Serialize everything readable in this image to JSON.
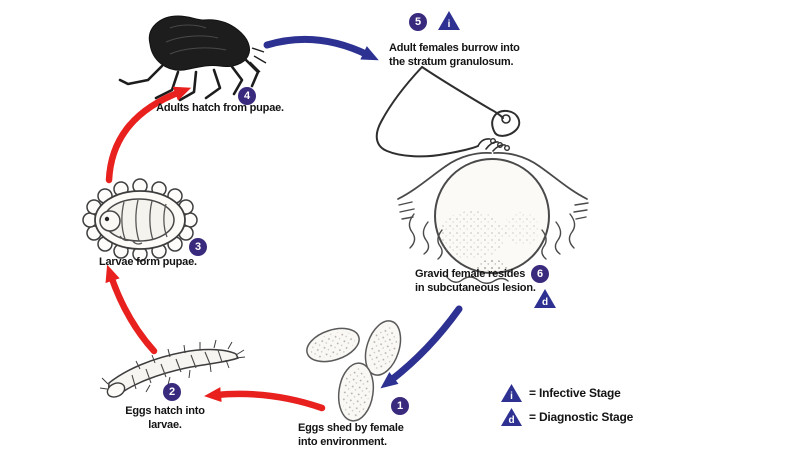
{
  "steps": {
    "s1": {
      "num": "1",
      "line1": "Eggs shed by female",
      "line2": "into environment."
    },
    "s2": {
      "num": "2",
      "line1": "Eggs hatch into",
      "line2": "larvae."
    },
    "s3": {
      "num": "3",
      "line1": "Larvae form pupae."
    },
    "s4": {
      "num": "4",
      "line1": "Adults hatch from pupae."
    },
    "s5": {
      "num": "5",
      "marker": "i",
      "line1": "Adult females burrow into",
      "line2": "the stratum granulosum."
    },
    "s6": {
      "num": "6",
      "marker": "d",
      "line1": "Gravid female resides",
      "line2": "in subcutaneous lesion."
    }
  },
  "legend": {
    "infective": {
      "symbol": "i",
      "label": "= Infective Stage"
    },
    "diagnostic": {
      "symbol": "d",
      "label": "= Diagnostic Stage"
    }
  },
  "colors": {
    "badge": "#3a2a7d",
    "stage_triangle": "#2e3192",
    "arrow_red": "#e8201e",
    "arrow_blue": "#2d3191",
    "background": "#ffffff"
  },
  "illustrations": {
    "flea": "adult-flea",
    "foot": "human-foot",
    "lesion": "gravid-female-in-subcutaneous-lesion",
    "eggs": "eggs",
    "larva": "larva",
    "pupa": "pupa"
  }
}
